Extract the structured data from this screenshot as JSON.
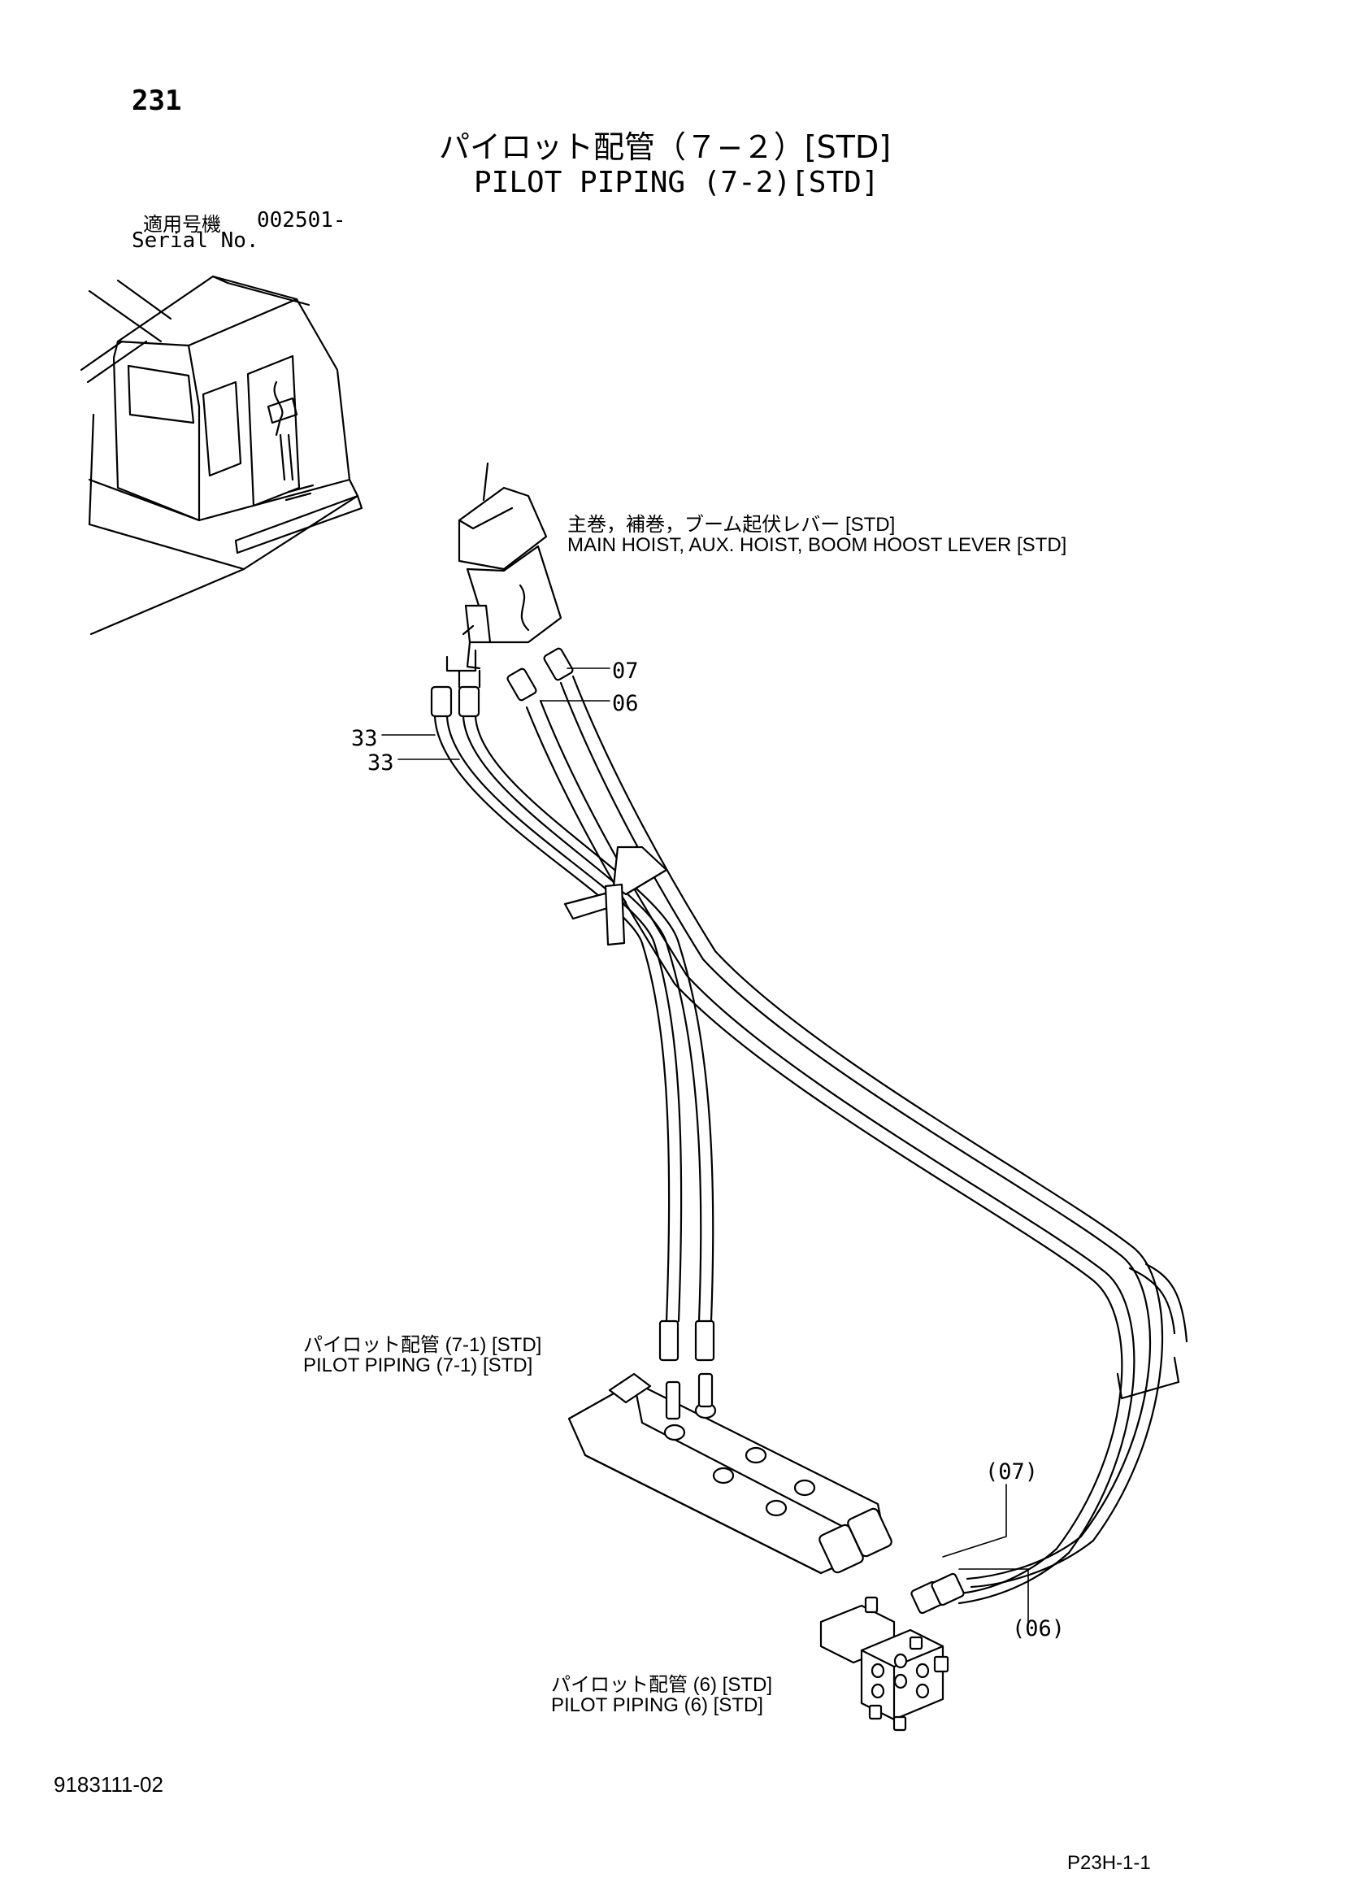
{
  "page_number": "231",
  "title_jp": "パイロット配管（７−２）[STD]",
  "title_en": "PILOT PIPING (7-2)[STD]",
  "serial": {
    "label_jp": "適用号機",
    "value": "002501-",
    "label_en": "Serial No."
  },
  "callouts": {
    "lever_jp": "主巻，補巻，ブーム起伏レバー [STD]",
    "lever_en": "MAIN HOIST, AUX. HOIST, BOOM HOOST LEVER [STD]",
    "pilot71_jp": "パイロット配管 (7-1) [STD]",
    "pilot71_en": "PILOT PIPING (7-1) [STD]",
    "pilot6_jp": "パイロット配管 (6) [STD]",
    "pilot6_en": "PILOT PIPING (6) [STD]"
  },
  "part_refs": {
    "p07": "07",
    "p06": "06",
    "p33a": "33",
    "p33b": "33",
    "p07_ref": "(07)",
    "p06_ref": "(06)"
  },
  "footer": {
    "doc_number": "9183111-02",
    "page_code": "P23H-1-1"
  }
}
